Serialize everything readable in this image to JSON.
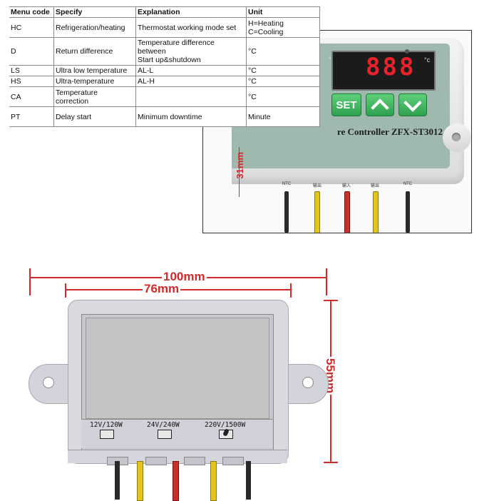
{
  "table": {
    "headers": [
      "Menu code",
      "Specify",
      "Explanation",
      "Unit"
    ],
    "rows": [
      {
        "code": "HC",
        "specify": "Refrigeration/heating",
        "explanation": "Thermostat working mode set",
        "unit": "H=Heating\nC=Cooling"
      },
      {
        "code": "D",
        "specify": "Return difference",
        "explanation": "Temperature difference between\nStart up&shutdown",
        "unit": "°C"
      },
      {
        "code": "LS",
        "specify": "Ultra low temperature",
        "explanation": "AL-L",
        "unit": "°C"
      },
      {
        "code": "HS",
        "specify": "Ultra-temperature",
        "explanation": "AL-H",
        "unit": "°C"
      },
      {
        "code": "CA",
        "specify": "Temperature\ncorrection",
        "explanation": "",
        "unit": "°C"
      },
      {
        "code": "PT",
        "specify": "Delay start",
        "explanation": "Minimum downtime",
        "unit": "Minute"
      }
    ]
  },
  "photo": {
    "display_digits": "888",
    "deg_left": "°c",
    "deg_right": "°c",
    "set_label": "SET",
    "model_label": "re Controller ZFX-ST3012",
    "height_dim": "31mm",
    "terminals": [
      "NTC",
      "输出",
      "输入",
      "输出",
      "NTC"
    ]
  },
  "drawing": {
    "width_outer": "100mm",
    "width_inner": "76mm",
    "height": "55mm",
    "voltages": [
      "12V/120W",
      "24V/240W",
      "220V/1500W"
    ]
  },
  "colors": {
    "dimension": "#d12b2b",
    "button_green": "#3dbb5c",
    "led_red": "#e8222a"
  }
}
